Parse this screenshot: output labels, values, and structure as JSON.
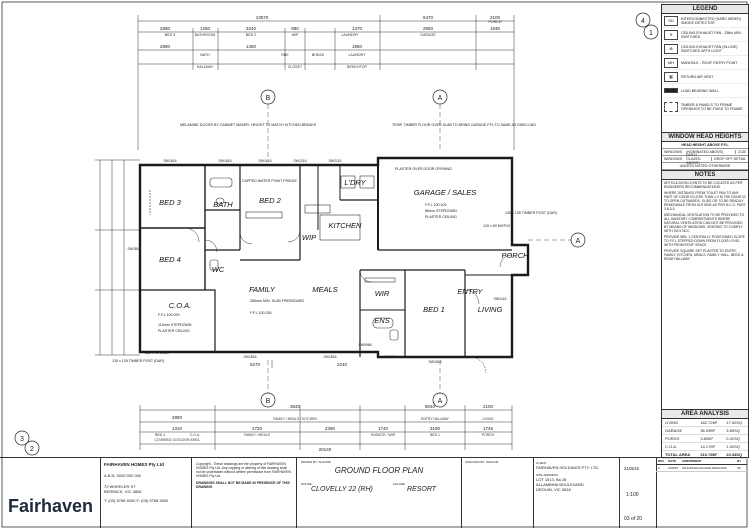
{
  "plan": {
    "overall_top": "13570",
    "overall_bottom": "20140",
    "top_dims": [
      "2880",
      "1250",
      "3240",
      "880",
      "1370",
      "2950",
      "6470",
      "2100",
      "2880",
      "1360",
      "1950",
      "1930"
    ],
    "top_labels": [
      "BED 3",
      "BATHROOM",
      "BED 2",
      "WIP",
      "LAUNDRY",
      "GARAGE",
      "PORCH",
      "BATH",
      "RBE",
      "BHEAD",
      "LAUNDRY",
      "HALLWAY",
      "CLOSET",
      "BENCHTOP"
    ],
    "rooms": [
      "BED 3",
      "BATH",
      "BED 2",
      "WIP",
      "L'DRY",
      "GARAGE / SALES",
      "BED 4",
      "WC",
      "KITCHEN",
      "ENTRY",
      "PORCH",
      "C.O.A.",
      "FAMILY",
      "MEALS",
      "WIR",
      "BED 1",
      "LIVING",
      "ENS"
    ],
    "notes_on_plan": [
      "MELAMINE DOORS BY CABINET MAKER. HEIGHT TO MATCH KITCHEN BREAKS",
      "TEMP. TIMBER FLOOR OVER SLAB TO BRING GARAGE FFL TO SAME AS DWELLING",
      "PLASTER OVER DOOR OPENING",
      "F.F.L 100.109",
      "86mm STEPDOWN",
      "PLASTER CEILING",
      "385mm MIN. SLAB FREEBOARD",
      "F.F.L 100.255",
      "F.F.L 100.093",
      "115mm STEPDOWN",
      "PLASTER CEILING",
      "CAPPED WATER POINT FRIDGE",
      "135 x 135 TIMBER POST (DAR)",
      "135 x 135 TIMBER POST (DAR)",
      "120 x 60 MGP10",
      "380 x 90 GL13"
    ],
    "bottom_dims": [
      "5270",
      "2240",
      "2880",
      "1310",
      "3840",
      "1745",
      "2720",
      "1740",
      "3190",
      "2390",
      "8040",
      "2100"
    ],
    "bottom_labels": [
      "FAMILY / MEALS / KITCHEN",
      "ENTRY HALLWAY",
      "LIVING",
      "BED 4",
      "C.O.A.",
      "BED 1",
      "COVERED OUTDOOR AREA",
      "ENSUITE / WIR",
      "PORCH",
      "FAMILY / MEALS"
    ],
    "window_codes": [
      "SW1816",
      "SW1816",
      "SW2115",
      "SW1816",
      "SW1216",
      "SW1816",
      "SW1866",
      "SW1816",
      "SW1816",
      "SW1816",
      "SW2115",
      "SW0966"
    ],
    "grid_markers": [
      "A",
      "B",
      "A",
      "B",
      "A"
    ],
    "section_markers": [
      "4",
      "1",
      "3",
      "2"
    ]
  },
  "legend": {
    "title": "LEGEND",
    "items": [
      {
        "sym": "SD",
        "text": "INTERCONNECTED (HARD WIRED) SMOKE DETECTOR"
      },
      {
        "sym": "",
        "text": "CEILING EXHAUST FAN - 25lt/s MIN. SWITCHED"
      },
      {
        "sym": "",
        "text": "CEILING EXHAUST FAN (IN-LINE) SWITCHED WITH LIGHT"
      },
      {
        "sym": "MH",
        "text": "MANHOLE - ROOF ENTRY POINT"
      },
      {
        "sym": "",
        "text": "RETURN AIR VENT"
      },
      {
        "sym": "",
        "text": "LOAD BEARING WALL"
      },
      {
        "sym": "",
        "text": "TIMBER & PANELS TO FRAME OPENINGS TO BE FIXED TO FRAME"
      }
    ]
  },
  "window_head": {
    "title": "WINDOW HEAD HEIGHTS",
    "subtitle": "HEAD HEIGHT ABOVE F.F.L",
    "rows": [
      {
        "label": "WINDOWS",
        "mid": "(NOMINATED ABOVE)",
        "val": "2130"
      },
      {
        "label": "WINDOWS",
        "mid": "(WITH GLAZED ABOVE)",
        "val": "DROP OFF DETAIL"
      }
    ],
    "note": "UNLESS NOTED OTHERWISE"
  },
  "notes": {
    "title": "NOTES",
    "items": [
      "ARTICULATION JOINTS TO BE LOCATED AS PER ENGINEERS RECOMMENDATIONS.",
      "WHERE DISTANCE FROM TOILET PAN TO ANY PART OF DOOR IS LESS THAN 1.2 M THE DOOR IS TO OPEN OUTWARDS, SLIDE OR TO BE READILY REMOVABLE FROM OUTSIDE AS PER N.C.C. PART 3.8.3.3.",
      "MECHANICAL VENTILATION TO BE PROVIDED TO ALL SANITARY COMPARTMENTS WHERE NATURAL VENTILATION CAN NOT BE PROVIDED BY MEANS OF WINDOWS. VENTING TO COMPLY WITH 3.8.5 NCC.",
      "PROVIDE MIN. 1 CENTRALLY POSITIONED SLOPE TO F.F.L STEPPED DOWN FROM FLOOR LEVEL WITH FROM ROOF SPACE.",
      "PROVIDE SQUARE SET PLASTER TO ENTRY, FAMILY, KITCHEN, MEALS, FAMILY, HALL, BEDS & REAR HALLWAY."
    ]
  },
  "area": {
    "title": "AREA ANALYSIS",
    "rows": [
      {
        "name": "LIVING",
        "m2": "162.72M²",
        "sq": "17.52SQ"
      },
      {
        "name": "GARAGE",
        "m2": "36.09M²",
        "sq": "3.89SQ"
      },
      {
        "name": "PORCH",
        "m2": "3.80M²",
        "sq": "0.41SQ"
      },
      {
        "name": "C.O.A.",
        "m2": "14.17M²",
        "sq": "1.52SQ"
      },
      {
        "name": "TOTAL AREA",
        "m2": "216.78M²",
        "sq": "23.34SQ"
      }
    ]
  },
  "titleblock": {
    "logo": "Fairhaven",
    "company": "FAIRHAVEN HOMES Pty Ltd",
    "company_sub": "A.B.N. 0000 000 000",
    "addr1": "72 WHEELER ST",
    "addr2": "BERWICK, VIC 3806",
    "phone": "T: (03) 8768 4000  F: (03) 9768 3000",
    "disclaimer": "Copyright - These drawings are the property of FAIRHAVEN HOMES Pty Ltd. Any copying or altering of this drawing shall not be undertaken without written permission from FAIRHAVEN HOMES Pty Ltd.",
    "disclaimer2": "DRAWINGS SHALL NOT BE MADE IN PRESENCE OF THIS DRAWING",
    "drawing_title": "GROUND FLOOR PLAN",
    "house_label": "HOUSE",
    "house": "CLOVELLY 22 (RH)",
    "facade_label": "FACADE",
    "facade": "RESORT",
    "drawn_by": "DRAWN BY: SHAUNP",
    "checked": "CHECKED BY: SHAUNP",
    "client_label": "CLIENT",
    "client": "FAIRHAVEN HOLDINGS PTY. LTD.",
    "site_label": "SITE ADDRESS",
    "site1": "LOT 1013, Ba 28",
    "site2": "ALLAMBINA BOULEVARD",
    "site3": "DROUIN, VIC 3818",
    "date": "210515",
    "scale": "1:100",
    "sheet": "03 of 20",
    "rev_hdr": [
      "REV",
      "DATE",
      "AMENDMENT",
      "BY"
    ],
    "rev_row": [
      "A",
      "210515",
      "ADJUSTED FACADE WINDOWS",
      "SP"
    ]
  },
  "colors": {
    "line": "#222222",
    "wall": "#1a1a1a",
    "panel_header": "#e9e9e9",
    "logo": "#1e2a3a"
  }
}
